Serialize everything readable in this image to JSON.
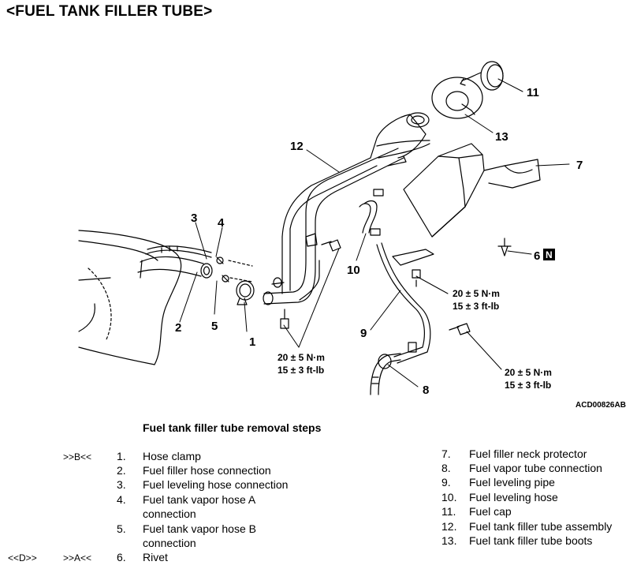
{
  "title": "<FUEL TANK FILLER TUBE>",
  "figure_code": "ACD00826AB",
  "callouts": {
    "c1": "1",
    "c2": "2",
    "c3": "3",
    "c4": "4",
    "c5": "5",
    "c6": "6",
    "c7": "7",
    "c8": "8",
    "c9": "9",
    "c10": "10",
    "c11": "11",
    "c12": "12",
    "c13": "13",
    "new_part_mark": "N"
  },
  "torques": {
    "t_center_a": "20 ± 5 N·m",
    "t_center_b": "15 ± 3 ft-lb",
    "t_bottom_a": "20 ± 5 N·m",
    "t_bottom_b": "15 ± 3 ft-lb",
    "t_right_a": "20 ± 5 N·m",
    "t_right_b": "15 ± 3 ft-lb"
  },
  "steps_heading": "Fuel tank filler tube removal steps",
  "steps_left": [
    {
      "mark_a": "",
      "mark_b": ">>B<<",
      "num": "1.",
      "text": "Hose clamp"
    },
    {
      "mark_a": "",
      "mark_b": "",
      "num": "2.",
      "text": "Fuel filler hose connection"
    },
    {
      "mark_a": "",
      "mark_b": "",
      "num": "3.",
      "text": "Fuel leveling hose connection"
    },
    {
      "mark_a": "",
      "mark_b": "",
      "num": "4.",
      "text": "Fuel tank vapor hose A"
    },
    {
      "mark_a": "",
      "mark_b": "",
      "num": "",
      "text": "connection"
    },
    {
      "mark_a": "",
      "mark_b": "",
      "num": "5.",
      "text": "Fuel tank vapor hose B"
    },
    {
      "mark_a": "",
      "mark_b": "",
      "num": "",
      "text": "connection"
    },
    {
      "mark_a": "<<D>>",
      "mark_b": ">>A<<",
      "num": "6.",
      "text": "Rivet"
    }
  ],
  "steps_right": [
    {
      "num": "7.",
      "text": "Fuel filler neck protector"
    },
    {
      "num": "8.",
      "text": "Fuel vapor tube connection"
    },
    {
      "num": "9.",
      "text": "Fuel leveling pipe"
    },
    {
      "num": "10.",
      "text": "Fuel leveling hose"
    },
    {
      "num": "11.",
      "text": "Fuel cap"
    },
    {
      "num": "12.",
      "text": "Fuel tank filler tube assembly"
    },
    {
      "num": "13.",
      "text": "Fuel tank filler tube boots"
    }
  ]
}
